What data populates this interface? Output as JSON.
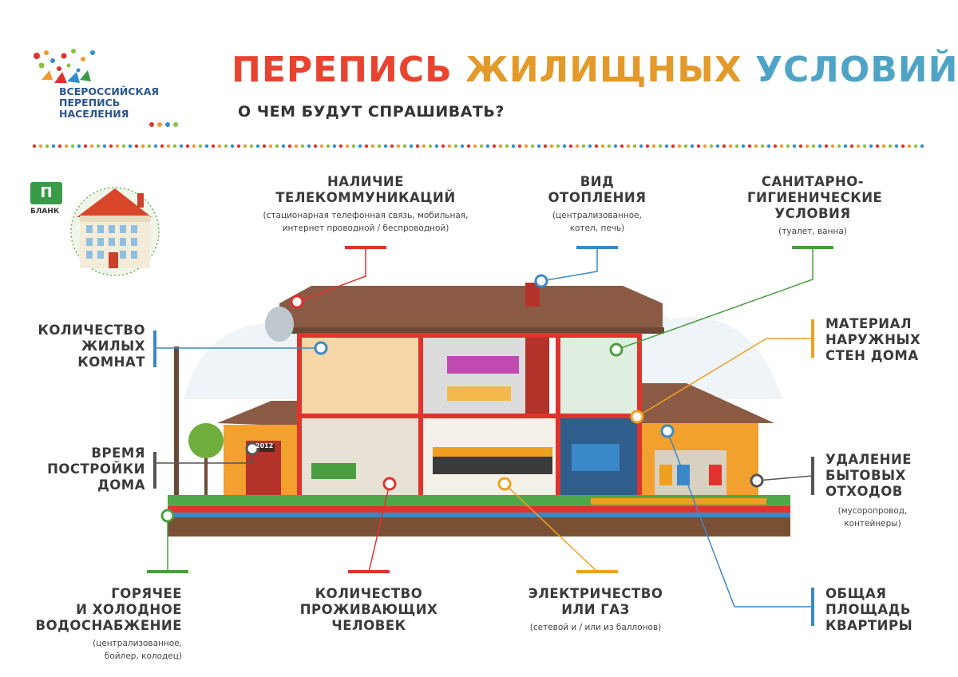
{
  "logo": {
    "lines": [
      "ВСЕРОССИЙСКАЯ",
      "ПЕРЕПИСЬ",
      "НАСЕЛЕНИЯ"
    ]
  },
  "title": {
    "words": [
      "ПЕРЕПИСЬ",
      "ЖИЛИЩНЫХ",
      "УСЛОВИЙ"
    ],
    "gradient": [
      "#e0332d",
      "#f29a2e",
      "#8cbf3f",
      "#2f8fcd"
    ]
  },
  "subtitle": "О ЧЕМ БУДУТ СПРАШИВАТЬ?",
  "form_badge": {
    "letter": "П",
    "caption": "БЛАНК"
  },
  "colors": {
    "red": "#e0332d",
    "blue": "#3a88c8",
    "green": "#4a9e3f",
    "orange": "#f0a020",
    "gray": "#555555"
  },
  "labels": {
    "telecom": {
      "lines": [
        "НАЛИЧИЕ",
        "ТЕЛЕКОММУНИКАЦИЙ"
      ],
      "note": [
        "(стационарная телефонная связь, мобильная,",
        "интернет проводной / беспроводной)"
      ]
    },
    "heating": {
      "lines": [
        "ВИД",
        "ОТОПЛЕНИЯ"
      ],
      "note": [
        "(централизованное,",
        "котел, печь)"
      ]
    },
    "sanitary": {
      "lines": [
        "САНИТАРНО-",
        "ГИГИЕНИЧЕСКИЕ",
        "УСЛОВИЯ"
      ],
      "note": [
        "(туалет, ванна)"
      ]
    },
    "rooms": {
      "lines": [
        "КОЛИЧЕСТВО",
        "ЖИЛЫХ",
        "КОМНАТ"
      ]
    },
    "build_time": {
      "lines": [
        "ВРЕМЯ",
        "ПОСТРОЙКИ",
        "ДОМА"
      ]
    },
    "material": {
      "lines": [
        "МАТЕРИАЛ",
        "НАРУЖНЫХ",
        "СТЕН ДОМА"
      ]
    },
    "waste": {
      "lines": [
        "УДАЛЕНИЕ",
        "БЫТОВЫХ",
        "ОТХОДОВ"
      ],
      "note": [
        "(мусоропровод,",
        "контейнеры)"
      ]
    },
    "water": {
      "lines": [
        "ГОРЯЧЕЕ",
        "И ХОЛОДНОЕ",
        "ВОДОСНАБЖЕНИЕ"
      ],
      "note": [
        "(централизованное,",
        "бойлер, колодец)"
      ]
    },
    "residents": {
      "lines": [
        "КОЛИЧЕСТВО",
        "ПРОЖИВАЮЩИХ",
        "ЧЕЛОВЕК"
      ]
    },
    "power": {
      "lines": [
        "ЭЛЕКТРИЧЕСТВО",
        "ИЛИ ГАЗ"
      ],
      "note": [
        "(сетевой и / или из баллонов)"
      ]
    },
    "area": {
      "lines": [
        "ОБЩАЯ",
        "ПЛОЩАДЬ",
        "КВАРТИРЫ"
      ]
    }
  },
  "house": {
    "door_year": "2012"
  }
}
